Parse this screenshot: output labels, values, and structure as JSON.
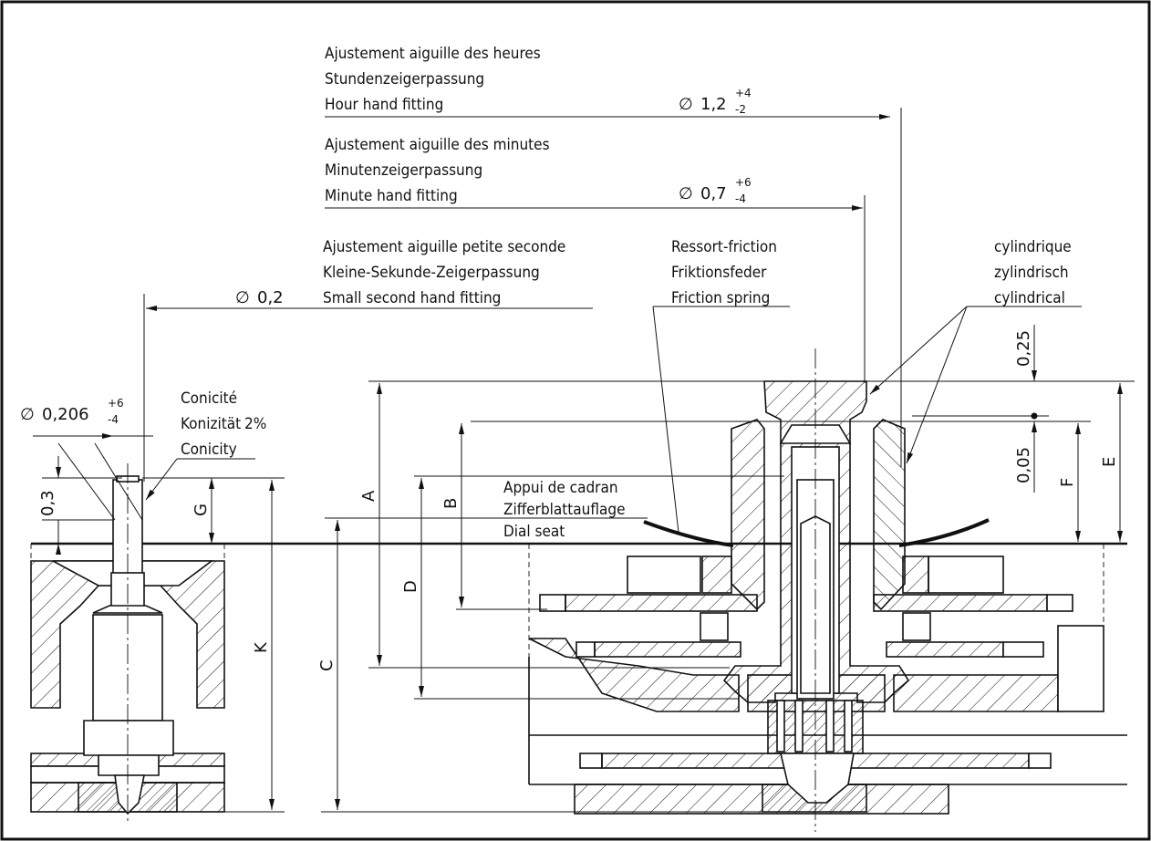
{
  "hour_fitting": {
    "fr": "Ajustement aiguille des heures",
    "de": "Stundenzeigerpassung",
    "en": "Hour hand fitting",
    "dia_main": "1,2",
    "tol_upper": "+4",
    "tol_lower": "-2"
  },
  "minute_fitting": {
    "fr": "Ajustement aiguille des minutes",
    "de": "Minutenzeigerpassung",
    "en": "Minute hand fitting",
    "dia_main": "0,7",
    "tol_upper": "+6",
    "tol_lower": "-4"
  },
  "small_second_fitting": {
    "fr": "Ajustement aiguille petite seconde",
    "de": "Kleine-Sekunde-Zeigerpassung",
    "en": "Small second hand fitting",
    "dia_main": "0,2"
  },
  "friction_spring": {
    "fr": "Ressort-friction",
    "de": "Friktionsfeder",
    "en": "Friction spring"
  },
  "cylindrical": {
    "fr": "cylindrique",
    "de": "zylindrisch",
    "en": "cylindrical"
  },
  "dial_seat": {
    "fr": "Appui de cadran",
    "de": "Zifferblattauflage",
    "en": "Dial seat"
  },
  "conicity": {
    "fr": "Conicité",
    "de": "Konizität",
    "value": "2%",
    "en": "Conicity"
  },
  "pivot_diameter": {
    "dia_main": "0,206",
    "tol_upper": "+6",
    "tol_lower": "-4"
  },
  "dimensions": {
    "pivot_height": "0,3",
    "G": "G",
    "K": "K",
    "A": "A",
    "B": "B",
    "C": "C",
    "D": "D",
    "E": "E",
    "F": "F",
    "top_gap": "0,25",
    "step": "0,05"
  },
  "diameter_symbol": "∅"
}
